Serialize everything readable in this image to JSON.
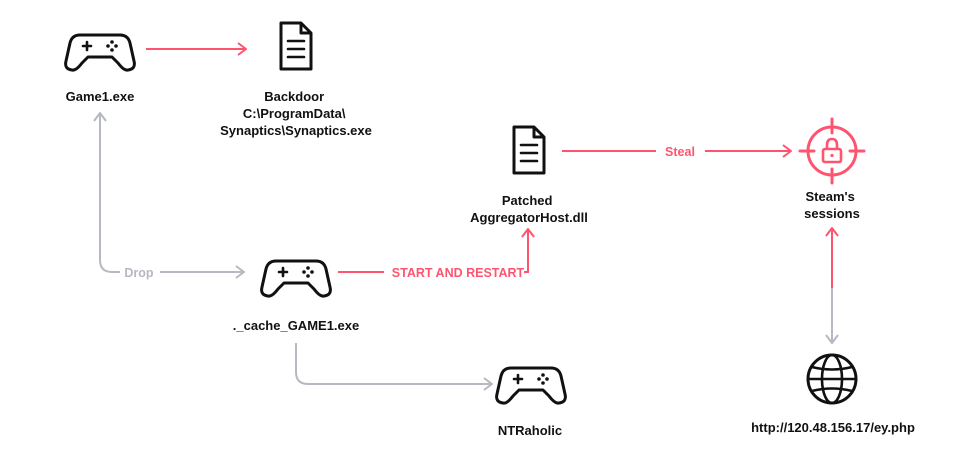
{
  "colors": {
    "red": "#ff5470",
    "gray": "#b6b8c2",
    "ink": "#111111"
  },
  "nodes": {
    "game1": {
      "icon": "gamepad-icon",
      "label": [
        "Game1.exe"
      ]
    },
    "backdoor": {
      "icon": "document-icon",
      "label": [
        "Backdoor",
        "C:\\ProgramData\\",
        "Synaptics\\Synaptics.exe"
      ]
    },
    "patched": {
      "icon": "document-icon",
      "label": [
        "Patched",
        "AggregatorHost.dll"
      ]
    },
    "steam": {
      "icon": "lock-target-icon",
      "label": [
        "Steam's",
        "sessions"
      ]
    },
    "cache": {
      "icon": "gamepad-icon",
      "label": [
        "._cache_GAME1.exe"
      ]
    },
    "ntraholic": {
      "icon": "gamepad-icon",
      "label": [
        "NTRaholic"
      ]
    },
    "server": {
      "icon": "globe-icon",
      "label": [
        "http://120.48.156.17/ey.php"
      ]
    }
  },
  "edges": {
    "drop": "Drop",
    "start_restart": "START AND RESTART",
    "steal": "Steal"
  }
}
